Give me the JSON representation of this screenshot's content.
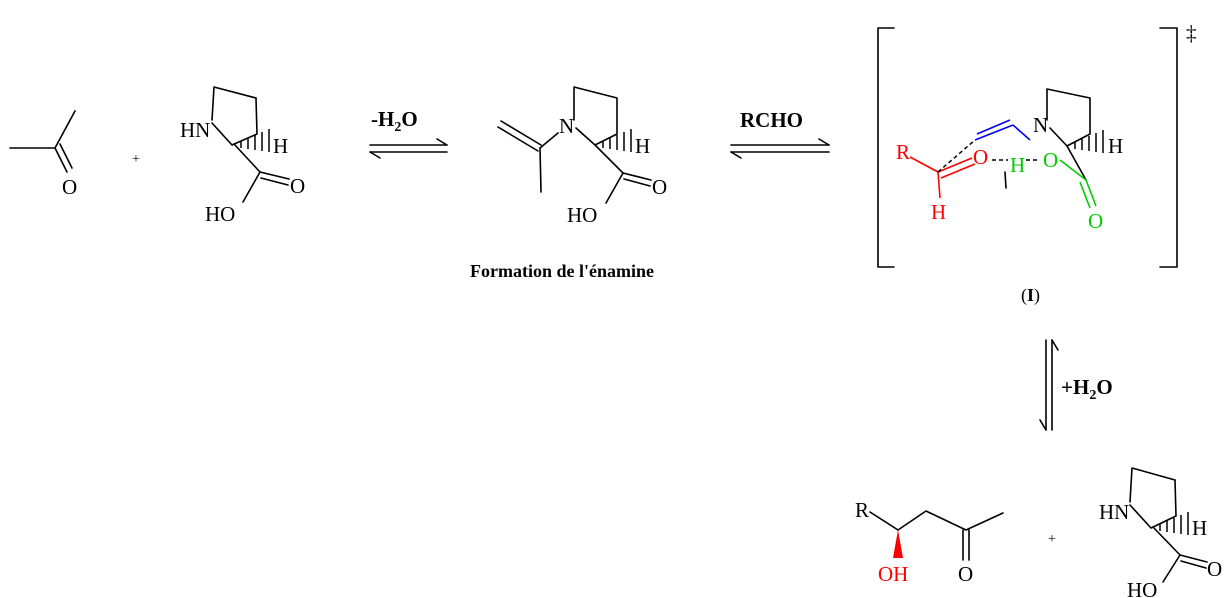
{
  "atoms": {
    "HN": "HN",
    "N": "N",
    "H": "H",
    "O": "O",
    "HO": "HO",
    "OH": "OH",
    "R": "R",
    "plus": "+"
  },
  "arrows": {
    "dehydration": {
      "reagent": "-H",
      "sub": "2",
      "tail": "O"
    },
    "aldehyde": {
      "reagent": "RCHO"
    },
    "hydrolysis": {
      "reagent": "+H",
      "sub": "2",
      "tail": "O"
    }
  },
  "labels": {
    "enamine_caption": "Formation de l'énamine",
    "ts_open": "(",
    "ts_name": "I",
    "ts_close": ")",
    "double_dagger": "‡"
  },
  "colors": {
    "text": "#000000",
    "aldehyde": "#ff0000",
    "enamine": "#0000ff",
    "acid": "#00cc00"
  }
}
